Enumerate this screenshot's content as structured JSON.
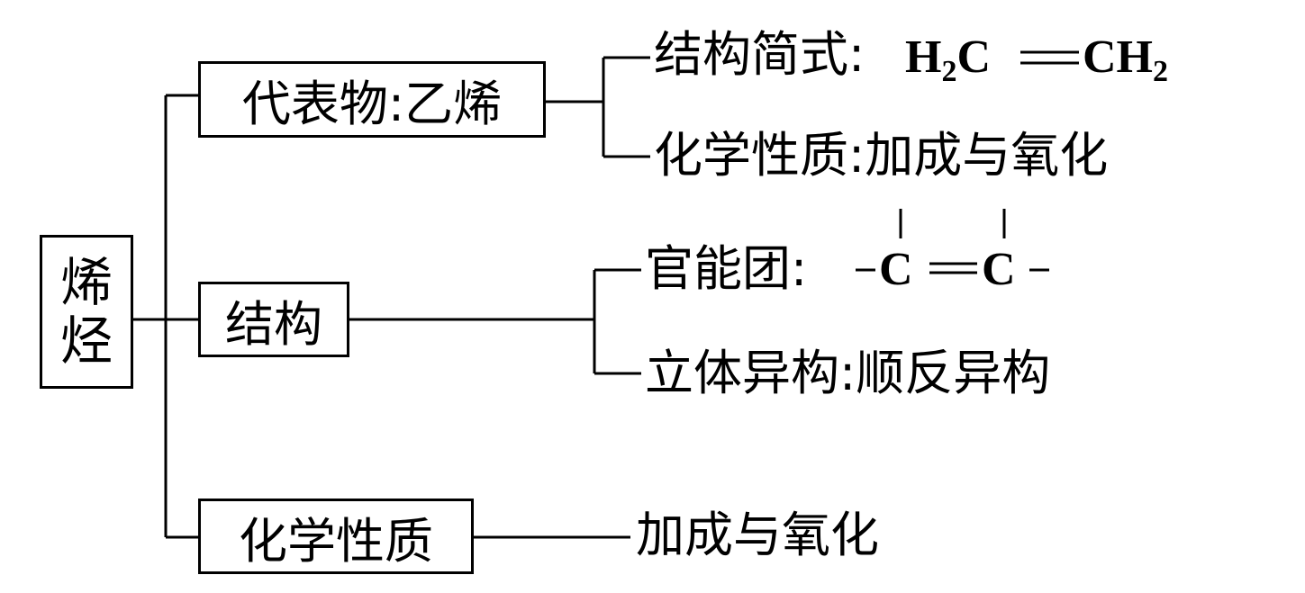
{
  "root": {
    "char1": "烯",
    "char2": "烃"
  },
  "branches": [
    {
      "label": "代表物:乙烯"
    },
    {
      "label": "结构"
    },
    {
      "label": "化学性质"
    }
  ],
  "leaves": {
    "structural_formula": {
      "label": "结构简式:",
      "left_h": "H",
      "left_sub": "2",
      "left_c": "C",
      "right_ch": "CH",
      "right_sub": "2"
    },
    "chem_props_1": "化学性质:加成与氧化",
    "functional_group": {
      "label": "官能团:",
      "carbon": "C"
    },
    "stereo": "立体异构:顺反异构",
    "chem_props_3": "加成与氧化"
  }
}
